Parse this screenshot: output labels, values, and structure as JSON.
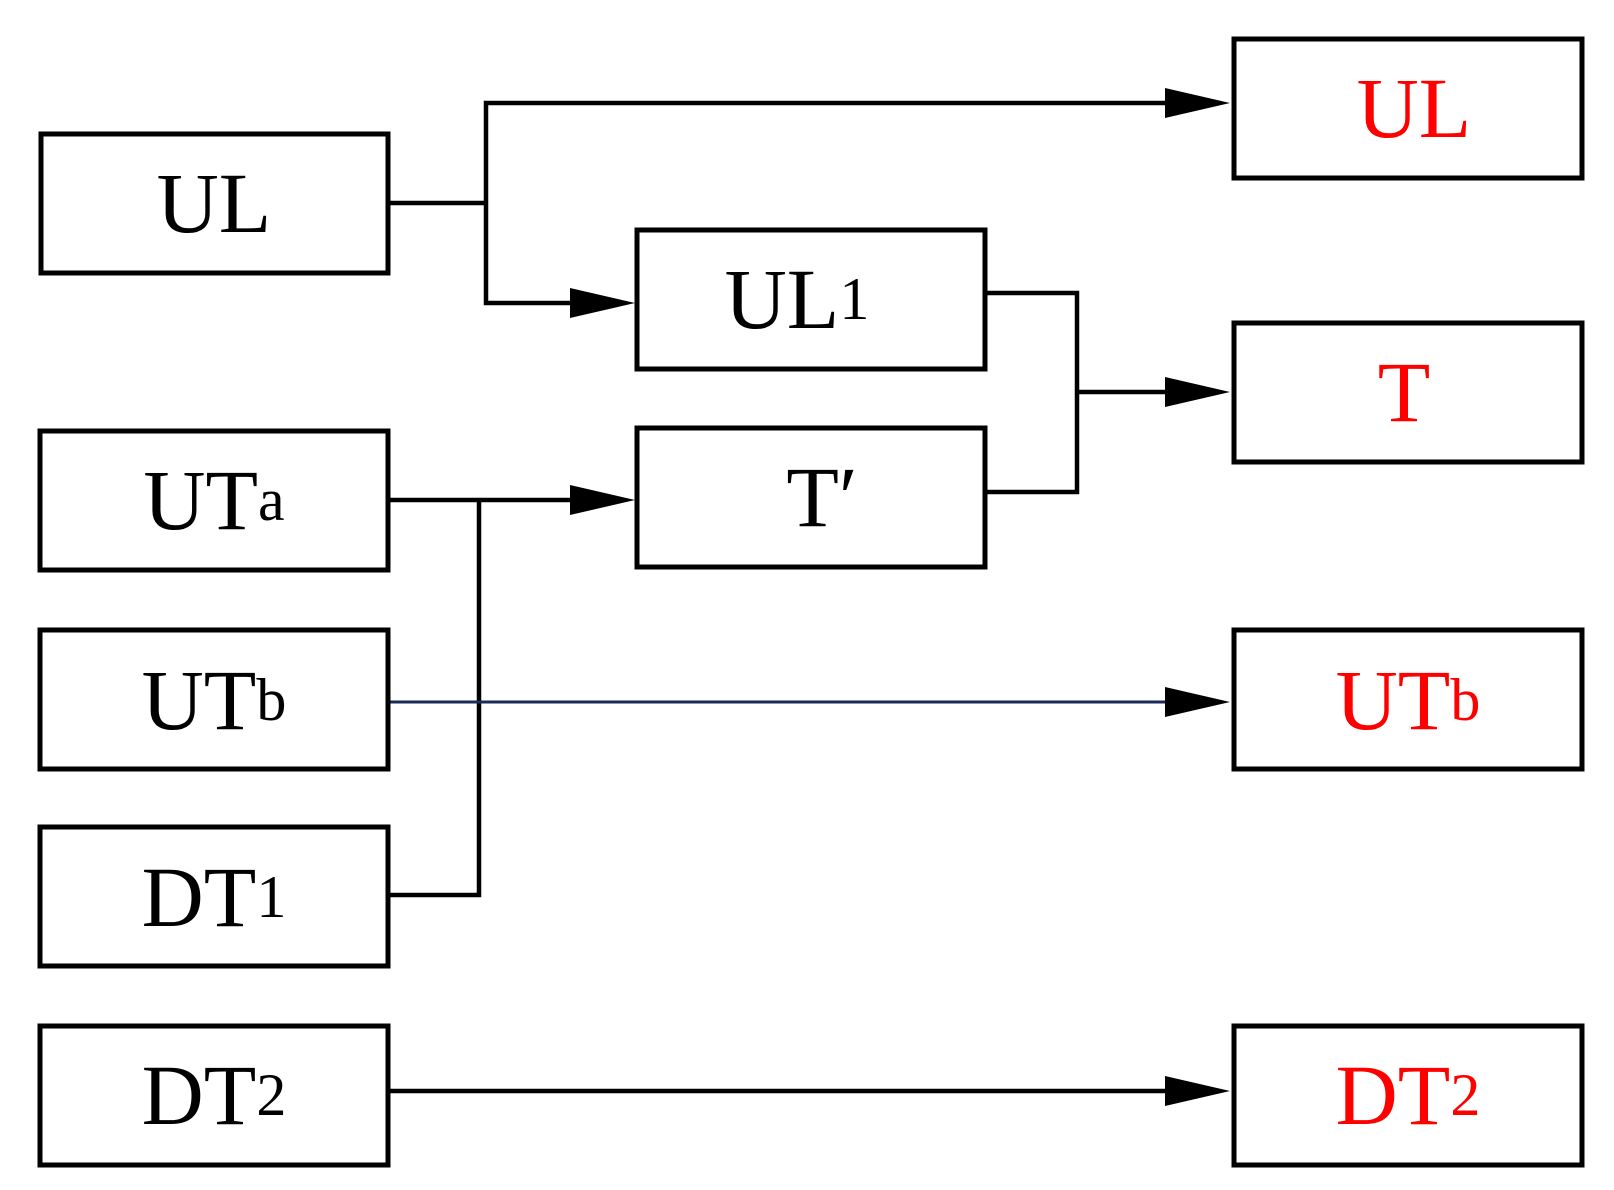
{
  "colors": {
    "source_text": "#000000",
    "target_text": "#ff0000",
    "utb_link": "#1a2a5a"
  },
  "nodes": {
    "src_ul": {
      "main": "UL",
      "sub": ""
    },
    "src_uta": {
      "main": "UT",
      "sub": "a"
    },
    "src_utb": {
      "main": "UT",
      "sub": "b"
    },
    "src_dt1": {
      "main": "DT",
      "sub": "1"
    },
    "src_dt2": {
      "main": "DT",
      "sub": "2"
    },
    "mid_ul1": {
      "main": "UL",
      "sub": "1"
    },
    "mid_tp": {
      "main": "T′",
      "sub": ""
    },
    "out_ul": {
      "main": "UL",
      "sub": ""
    },
    "out_t": {
      "main": "T",
      "sub": ""
    },
    "out_utb": {
      "main": "UT",
      "sub": "b"
    },
    "out_dt2": {
      "main": "DT",
      "sub": "2"
    }
  },
  "edges": [
    {
      "from": "src_ul",
      "to": "out_ul"
    },
    {
      "from": "src_ul",
      "to": "mid_ul1"
    },
    {
      "from": "src_uta",
      "to": "mid_tp"
    },
    {
      "from": "src_dt1",
      "to": "mid_tp"
    },
    {
      "from": "mid_ul1",
      "to": "out_t"
    },
    {
      "from": "mid_tp",
      "to": "out_t"
    },
    {
      "from": "src_utb",
      "to": "out_utb"
    },
    {
      "from": "src_dt2",
      "to": "out_dt2"
    }
  ]
}
